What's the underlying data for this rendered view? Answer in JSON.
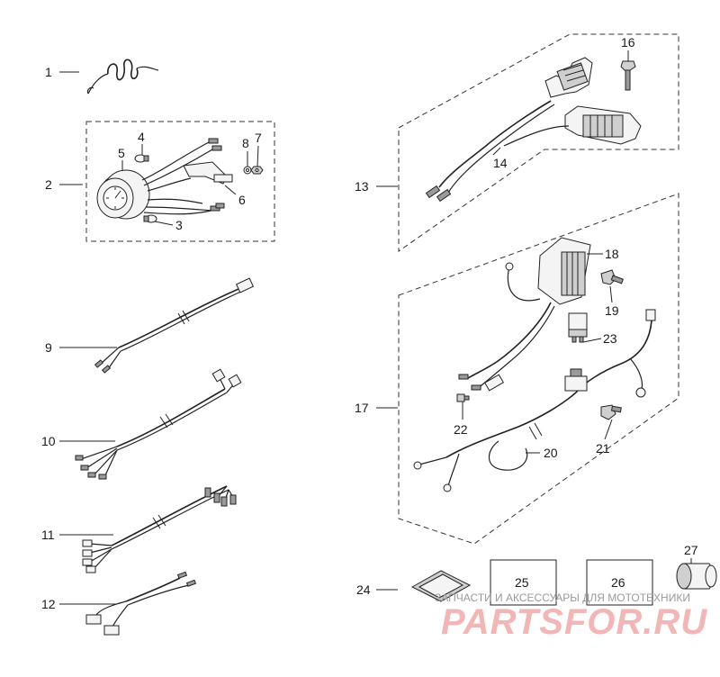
{
  "callouts": {
    "n1": "1",
    "n2": "2",
    "n3": "3",
    "n4": "4",
    "n5": "5",
    "n6": "6",
    "n7": "7",
    "n8": "8",
    "n9": "9",
    "n10": "10",
    "n11": "11",
    "n12": "12",
    "n13": "13",
    "n14": "14",
    "n16": "16",
    "n17": "17",
    "n18": "18",
    "n19": "19",
    "n20": "20",
    "n21": "21",
    "n22": "22",
    "n23": "23",
    "n24": "24",
    "n25": "25",
    "n26": "26",
    "n27": "27"
  },
  "watermark": {
    "caption": "ЗАПЧАСТИ И АКСЕССУАРЫ ДЛЯ МОТОТЕХНИКИ",
    "brand": "PARTSFOR.RU",
    "brand_color": "#f2b6b6"
  }
}
